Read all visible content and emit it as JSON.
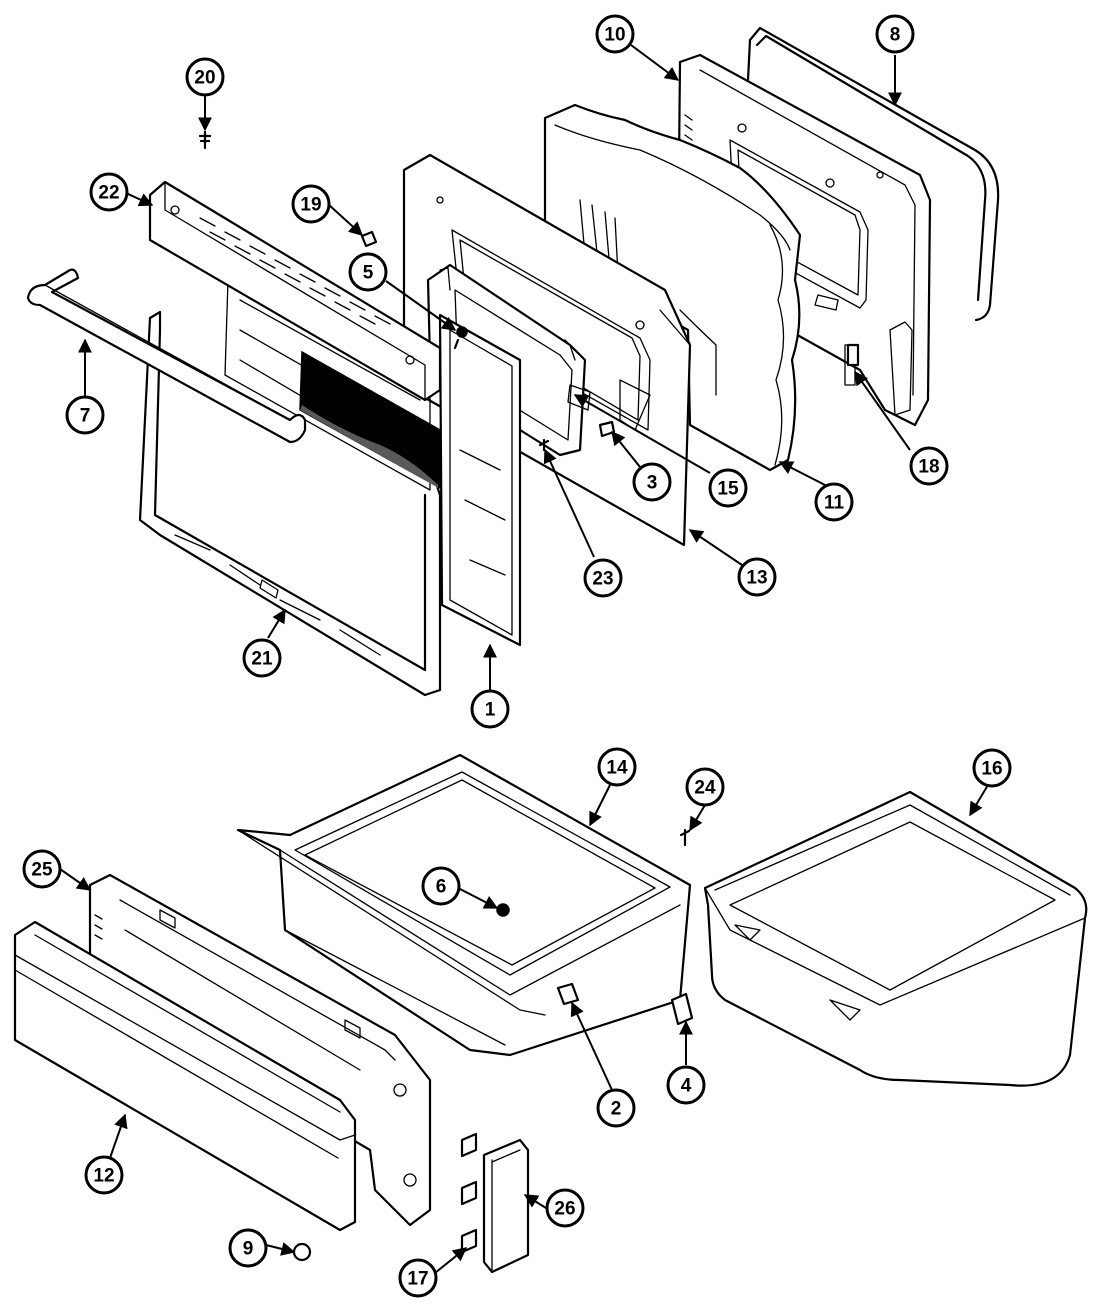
{
  "diagram": {
    "callouts": [
      {
        "id": "1",
        "label": "1"
      },
      {
        "id": "2",
        "label": "2"
      },
      {
        "id": "3",
        "label": "3"
      },
      {
        "id": "4",
        "label": "4"
      },
      {
        "id": "5",
        "label": "5"
      },
      {
        "id": "6",
        "label": "6"
      },
      {
        "id": "7",
        "label": "7"
      },
      {
        "id": "8",
        "label": "8"
      },
      {
        "id": "9",
        "label": "9"
      },
      {
        "id": "10",
        "label": "10"
      },
      {
        "id": "11",
        "label": "11"
      },
      {
        "id": "12",
        "label": "12"
      },
      {
        "id": "13",
        "label": "13"
      },
      {
        "id": "14",
        "label": "14"
      },
      {
        "id": "15",
        "label": "15"
      },
      {
        "id": "16",
        "label": "16"
      },
      {
        "id": "17",
        "label": "17"
      },
      {
        "id": "18",
        "label": "18"
      },
      {
        "id": "19",
        "label": "19"
      },
      {
        "id": "20",
        "label": "20"
      },
      {
        "id": "21",
        "label": "21"
      },
      {
        "id": "22",
        "label": "22"
      },
      {
        "id": "23",
        "label": "23"
      },
      {
        "id": "24",
        "label": "24"
      },
      {
        "id": "25",
        "label": "25"
      },
      {
        "id": "26",
        "label": "26"
      }
    ]
  }
}
